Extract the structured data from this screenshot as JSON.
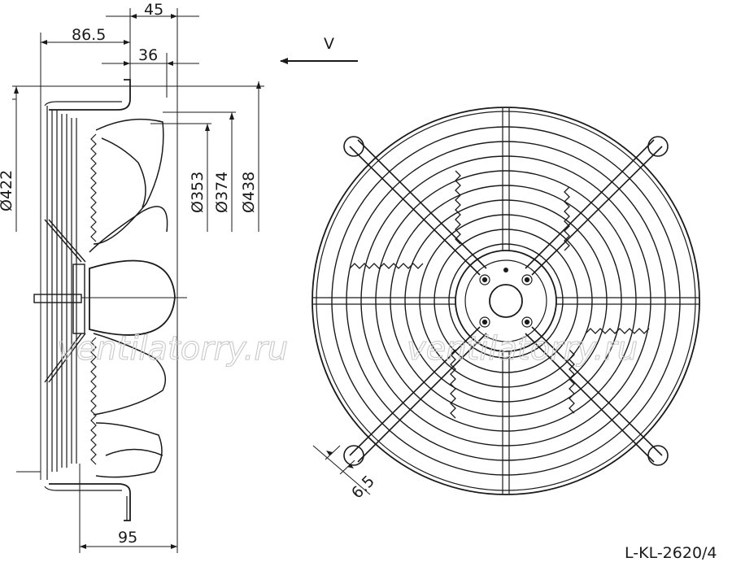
{
  "drawing": {
    "code": "L-KL-2620/4",
    "airflow_label": "V"
  },
  "side_view": {
    "dim_45": "45",
    "dim_86_5": "86.5",
    "dim_36": "36",
    "dim_95": "95",
    "dia_422": "Ø422",
    "dia_353": "Ø353",
    "dia_374": "Ø374",
    "dia_438": "Ø438"
  },
  "front_view": {
    "mount_hole": "6.5"
  },
  "watermark": {
    "text_left": "ventilatorry.ru",
    "text_right": "ventilatorry.ru"
  }
}
